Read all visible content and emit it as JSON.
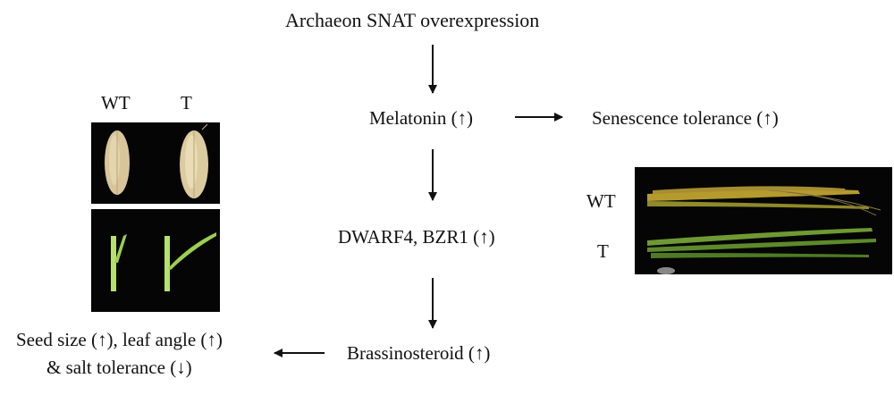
{
  "flow": {
    "top": "Archaeon SNAT overexpression",
    "melatonin": "Melatonin (↑)",
    "senescence": "Senescence tolerance (↑)",
    "genes": "DWARF4, BZR1 (↑)",
    "brassinosteroid": "Brassinosteroid (↑)",
    "phenotype_line1": "Seed size (↑), leaf angle (↑)",
    "phenotype_line2": "& salt  tolerance (↓)"
  },
  "seed_panel": {
    "label_wt": "WT",
    "label_t": "T"
  },
  "leaf_panel": {
    "label_wt": "WT",
    "label_t": "T"
  },
  "colors": {
    "seed": "#d9c79c",
    "young_leaf": "#a6d65a",
    "senescent_leaf": "#b59a2e",
    "green_leaf": "#6f9a33",
    "photo_bg": "#050505"
  }
}
